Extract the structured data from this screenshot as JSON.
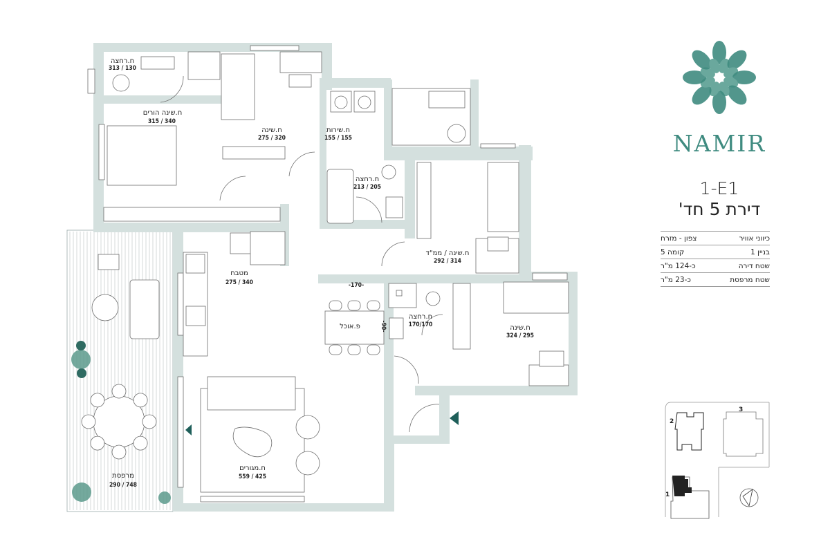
{
  "brand": {
    "name": "NAMIR",
    "color": "#3f8b80"
  },
  "apartment": {
    "code": "1-E1",
    "type": "דירת 5 חד'"
  },
  "specs": [
    {
      "label": "כיווני אוויר",
      "value": "צפון - מזרח"
    },
    {
      "label": "בניין 1",
      "value": "קומה 5"
    },
    {
      "label": "שטח דירה",
      "value": "כ-124 מ\"ר"
    },
    {
      "label": "שטח מרפסת",
      "value": "כ-23 מ\"ר"
    }
  ],
  "rooms": {
    "bath_master": {
      "name": "ח.רחצה",
      "dims": "313 / 130"
    },
    "master_bedroom": {
      "name": "ח.שינה הורים",
      "dims": "315 / 340"
    },
    "bedroom_north": {
      "name": "ח.שינה",
      "dims": "275 / 320"
    },
    "laundry": {
      "name": "ח.שירות",
      "dims": "155 / 155"
    },
    "bath_main": {
      "name": "ח.רחצה",
      "dims": "213 / 205"
    },
    "safe_room": {
      "name": "ח.שינה / ממ\"ד",
      "dims": "292 / 314"
    },
    "kitchen": {
      "name": "מטבח",
      "dims": "275 / 340"
    },
    "dining": {
      "name": "פ.אוכל",
      "width_mark": "-170-",
      "depth_mark": "-90-"
    },
    "bath_guest": {
      "name": "ח.רחצה",
      "dims": "170/170"
    },
    "bedroom_east": {
      "name": "ח.שינה",
      "dims": "324 / 295"
    },
    "living": {
      "name": "ח.מגורים",
      "dims": "559 / 425"
    },
    "balcony": {
      "name": "מרפסת",
      "dims": "290 / 748"
    }
  },
  "site_plan": {
    "buildings": [
      "1",
      "2",
      "3"
    ]
  },
  "colors": {
    "wall": "#d4e0de",
    "accent": "#1f5f5a"
  }
}
